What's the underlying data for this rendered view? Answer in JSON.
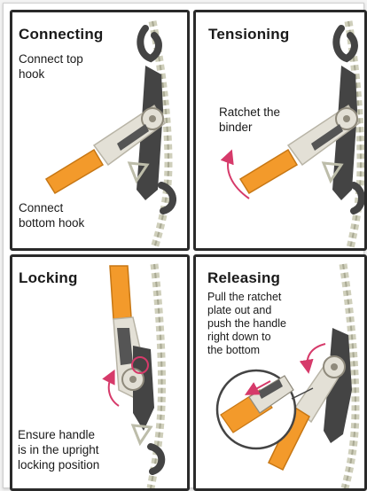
{
  "panels": {
    "connecting": {
      "title": "Connecting",
      "caption_top": "Connect top\nhook",
      "caption_bottom": "Connect\nbottom hook"
    },
    "tensioning": {
      "title": "Tensioning",
      "caption": "Ratchet the\nbinder"
    },
    "locking": {
      "title": "Locking",
      "caption": "Ensure handle\nis in the upright\nlocking position"
    },
    "releasing": {
      "title": "Releasing",
      "caption": "Pull the ratchet\nplate out and\npush the handle\nright down to\nthe bottom"
    }
  },
  "colors": {
    "panel_border": "#2a2a2a",
    "handle_orange": "#f39a2b",
    "binder_body": "#e3e0d6",
    "binder_dark": "#3d3d3d",
    "chain": "#d9d9c8",
    "motion_arrow": "#d63a6a"
  }
}
